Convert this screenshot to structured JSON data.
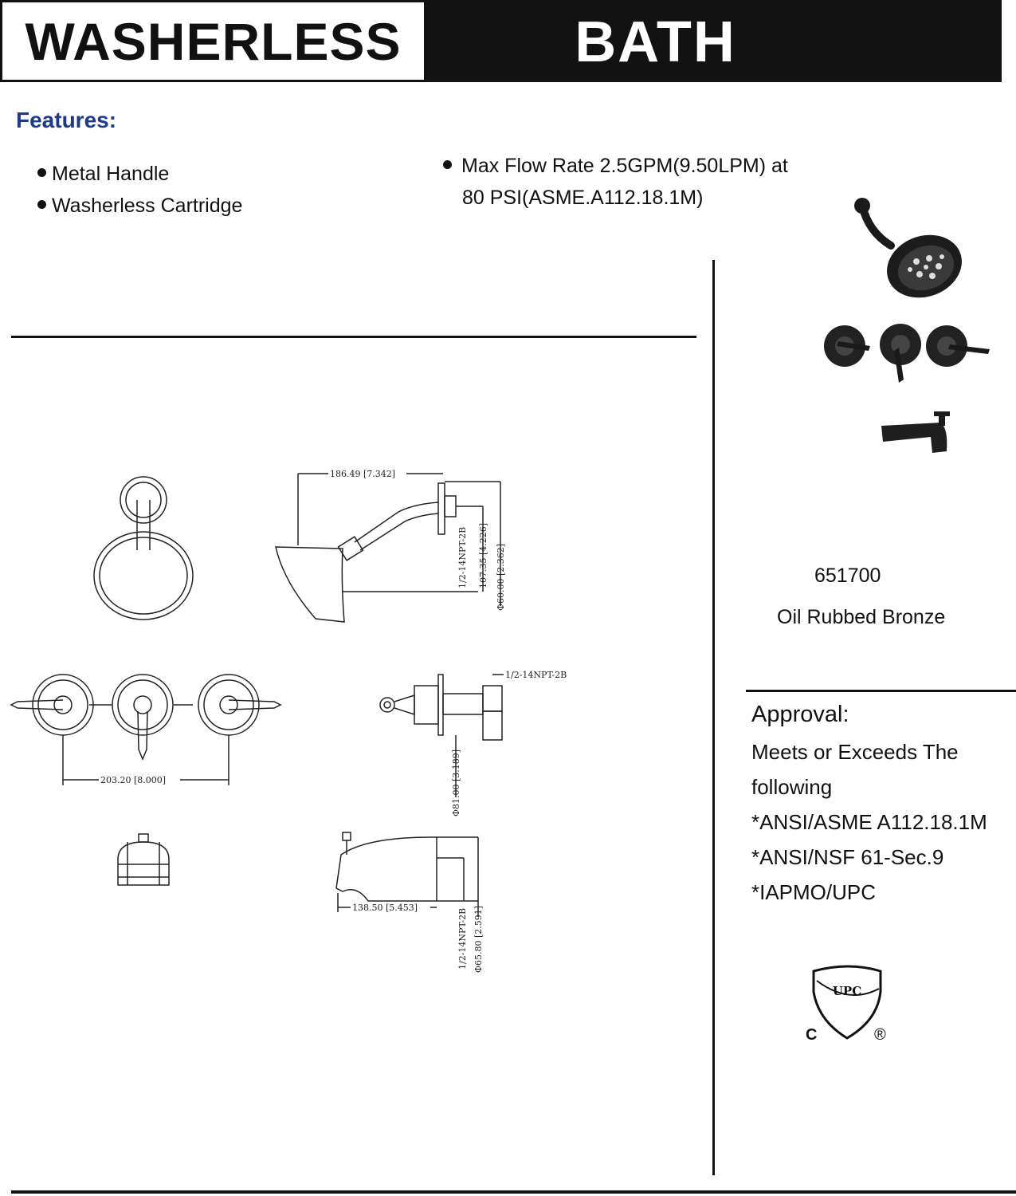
{
  "banner": {
    "left_title": "WASHERLESS",
    "right_title": "BATH"
  },
  "features": {
    "heading": "Features:",
    "items": [
      "Metal Handle",
      "Washerless Cartridge"
    ],
    "flow_rate": [
      "Max Flow Rate 2.5GPM(9.50LPM) at",
      "80 PSI(ASME.A112.18.1M)"
    ]
  },
  "product": {
    "model": "651700",
    "finish": "Oil Rubbed Bronze"
  },
  "approval": {
    "heading": "Approval:",
    "lines": [
      "Meets or Exceeds The",
      "following",
      "*ANSI/ASME A112.18.1M",
      "*ANSI/NSF 61-Sec.9",
      "*IAPMO/UPC"
    ]
  },
  "certification": {
    "shield_text": "UPC",
    "left_mark": "C",
    "right_mark": "®"
  },
  "dimensions": {
    "showerhead_width": "186.49 [7.342]",
    "showerhead_drop": "107.35 [4.226]",
    "showerhead_flange": "Φ60.00 [2.362]",
    "showerhead_thread": "1/2-14NPT-2B",
    "valve_spacing": "203.20 [8.000]",
    "valve_thread": "1/2-14NPT-2B",
    "valve_flange": "Φ81.00 [3.189]",
    "spout_length": "138.50 [5.453]",
    "spout_thread": "1/2-14NPT-2B",
    "spout_flange": "Φ65.80 [2.591]"
  }
}
